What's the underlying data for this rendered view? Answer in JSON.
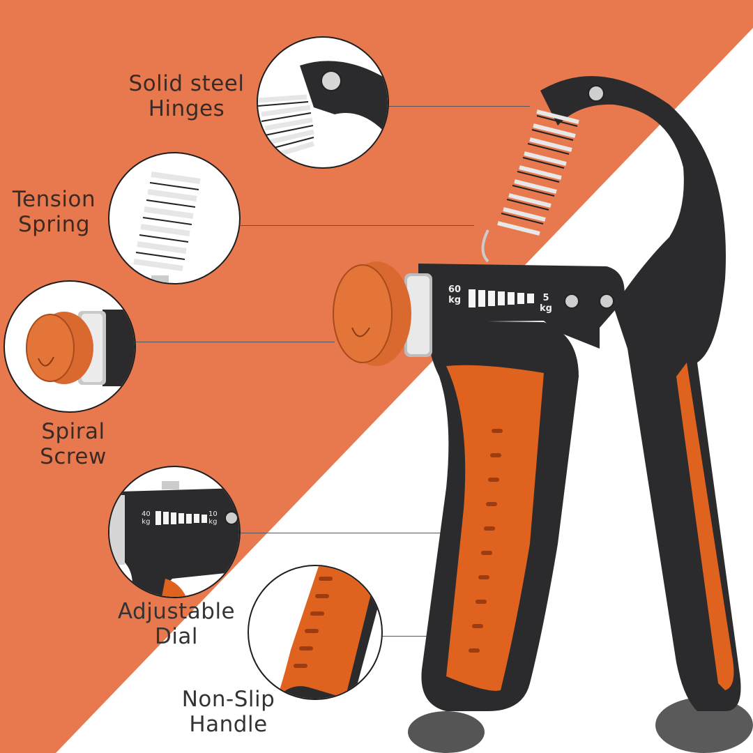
{
  "colors": {
    "background_orange": "#E8794F",
    "background_white": "#FFFFFF",
    "product_black": "#2B2B2D",
    "product_orange": "#E0621F",
    "label_text_dark": "#3B2A24",
    "label_text_grey": "#333333"
  },
  "callouts": [
    {
      "id": "hinges",
      "line1": "Solid steel",
      "line2": "Hinges"
    },
    {
      "id": "spring",
      "line1": "Tension",
      "line2": "Spring"
    },
    {
      "id": "screw",
      "line1": "Spiral",
      "line2": "Screw"
    },
    {
      "id": "dial",
      "line1": "Adjustable",
      "line2": "Dial"
    },
    {
      "id": "handle",
      "line1": "Non-Slip",
      "line2": "Handle"
    }
  ],
  "product": {
    "scale_max": "60",
    "scale_max_unit": "kg",
    "scale_min": "5",
    "scale_min_unit": "kg"
  },
  "dial_inset": {
    "scale_max": "40",
    "scale_max_unit": "kg",
    "scale_min": "10",
    "scale_min_unit": "kg"
  }
}
